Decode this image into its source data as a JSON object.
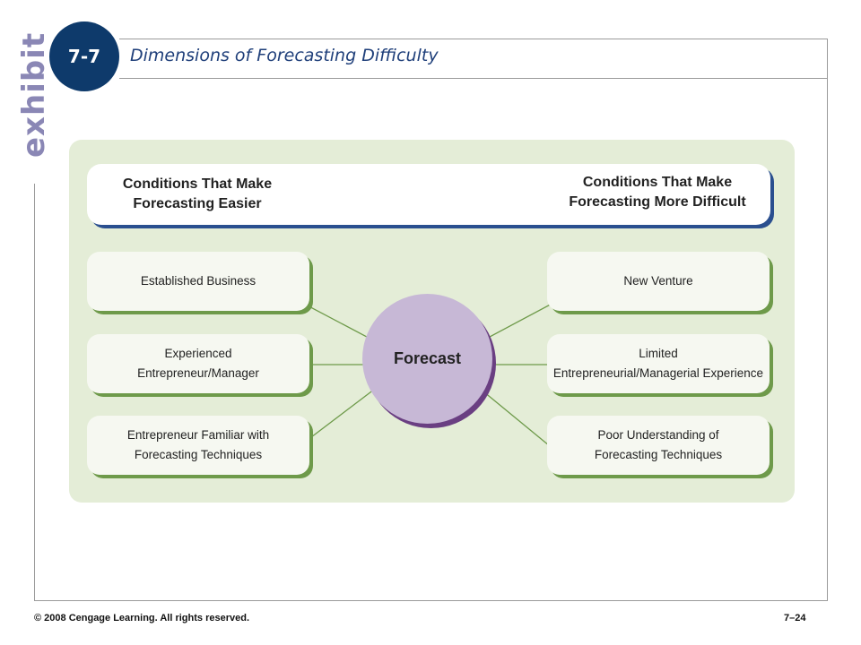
{
  "exhibit": {
    "word": "exhibit",
    "number": "7-7",
    "title": "Dimensions of Forecasting Difficulty"
  },
  "diagram": {
    "header_easier": "Conditions That Make\nForecasting Easier",
    "header_difficult": "Conditions That Make\nForecasting More Difficult",
    "center": "Forecast",
    "easier_factors": [
      "Established Business",
      "Experienced\nEntrepreneur/Manager",
      "Entrepreneur Familiar with\nForecasting Techniques"
    ],
    "difficult_factors": [
      "New Venture",
      "Limited\nEntrepreneurial/Managerial Experience",
      "Poor Understanding of\nForecasting Techniques"
    ]
  },
  "footer": {
    "copyright": "© 2008 Cengage Learning. All rights reserved.",
    "page": "7–24"
  },
  "colors": {
    "panel": "#e4edd7",
    "header_shadow": "#2a4f8f",
    "box_shadow": "#6e9a4a",
    "forecast_fill": "#c7b8d6",
    "number_circle": "#0e3a6b"
  }
}
